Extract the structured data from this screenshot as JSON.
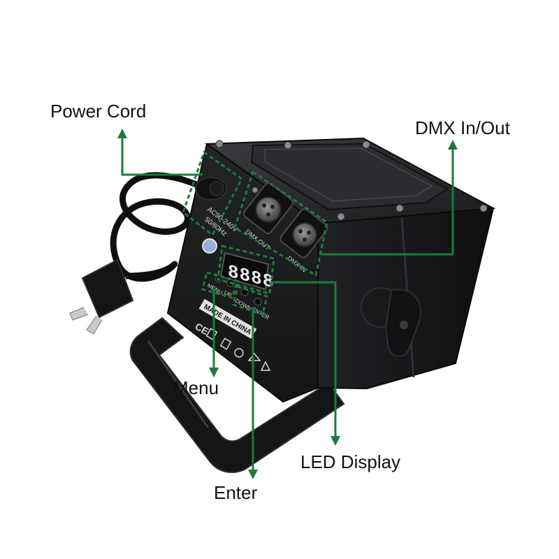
{
  "product": {
    "panel_text": {
      "power_rating_line1": "AC90-240V",
      "power_rating_line2": "50/60Hz",
      "dmx_out": "DMX OUT",
      "dmx_in": "DMX IN",
      "menu": "MENU",
      "up": "UP",
      "down": "DOWN",
      "enter": "ENTER",
      "origin": "MADE IN CHINA",
      "ce_mark": "CE"
    },
    "led_display_digits": "8888"
  },
  "callouts": {
    "power_cord": "Power Cord",
    "dmx_in_out": "DMX In/Out",
    "menu": "Menu",
    "led_display": "LED Display",
    "enter": "Enter"
  },
  "colors": {
    "callout_line": "#1e7a3c",
    "body": "#1b1c1e",
    "body_highlight": "#35373b",
    "lettering": "#d8d8d8"
  }
}
